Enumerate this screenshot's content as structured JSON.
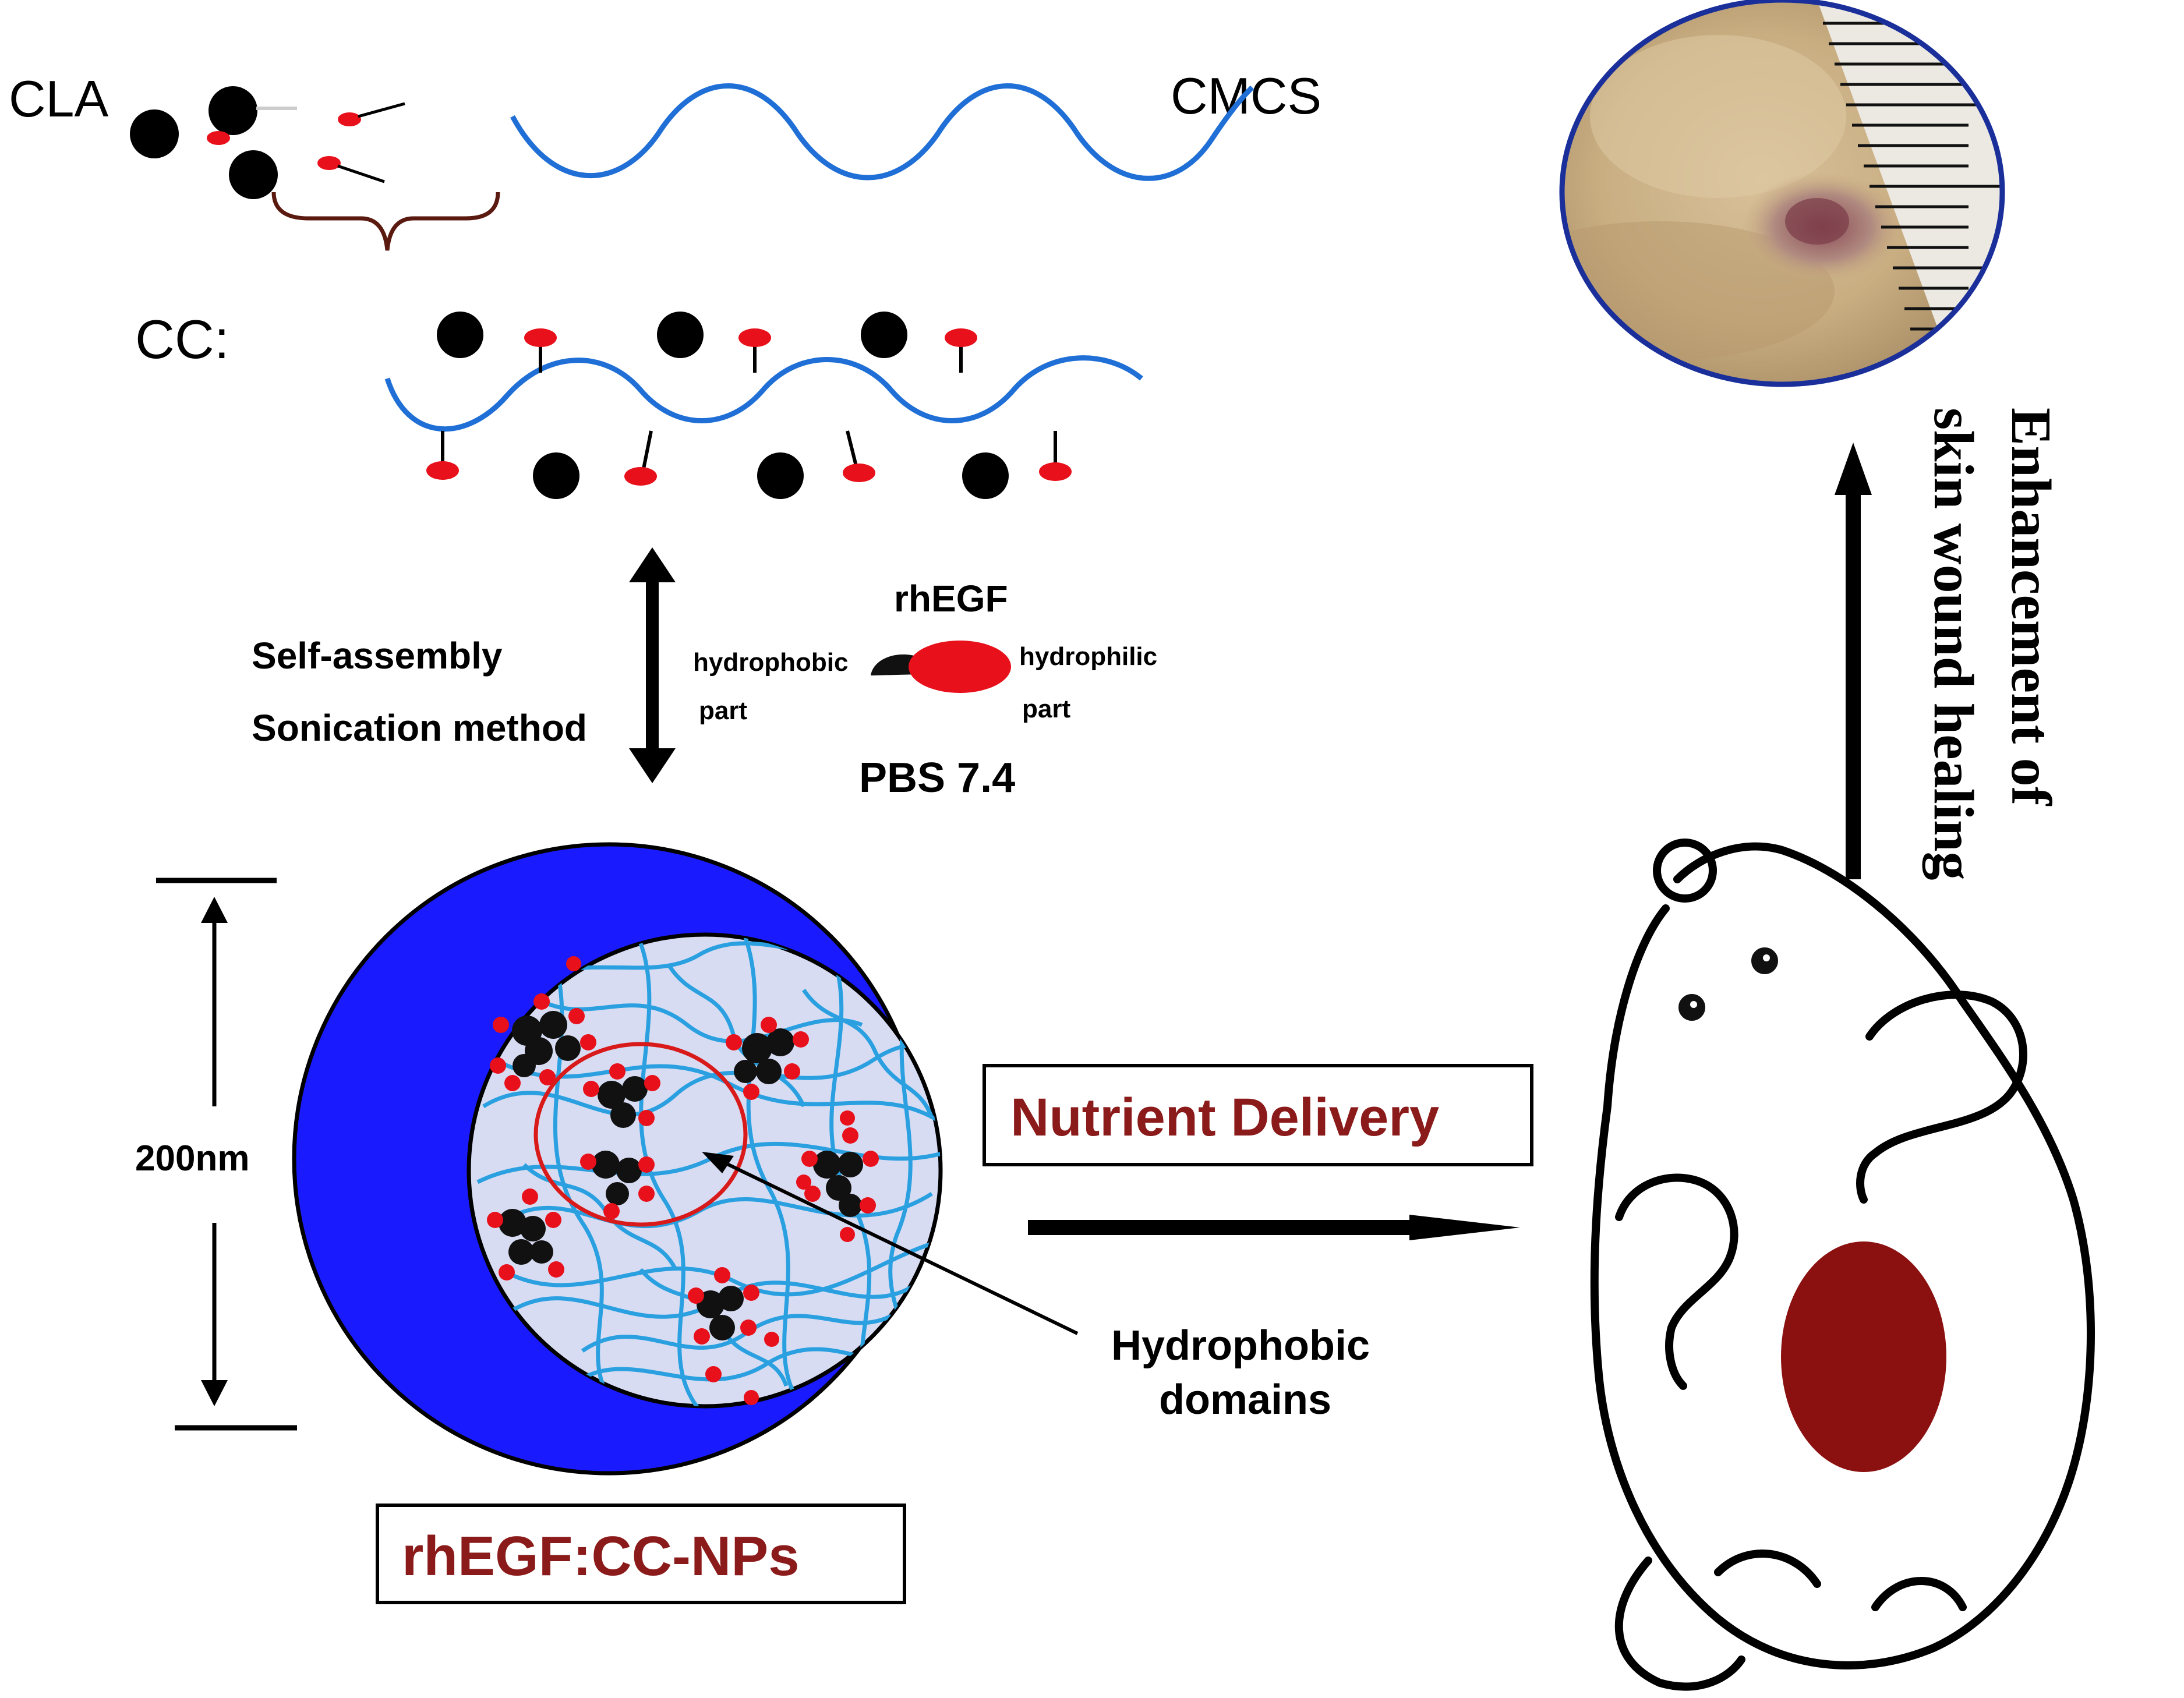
{
  "labels": {
    "cla": "CLA",
    "cmcs": "CMCS",
    "cc": "CC:",
    "rhegf": "rhEGF",
    "hydrophobic_part_1": "hydrophobic",
    "hydrophobic_part_2": "part",
    "hydrophilic_part_1": "hydrophilic",
    "hydrophilic_part_2": "part",
    "pbs": "PBS 7.4",
    "self_assembly": "Self-assembly",
    "sonication": "Sonication method",
    "size": "200nm",
    "hydrophobic_domains_1": "Hydrophobic",
    "hydrophobic_domains_2": "domains",
    "nutrient_delivery": "Nutrient Delivery",
    "nanoparticle": "rhEGF:CC-NPs",
    "outcome_1": "Enhancement of",
    "outcome_2": "skin wound healing"
  },
  "colors": {
    "chain_blue": "#1f6fd6",
    "dark_blue": "#1a1aff",
    "light_blue_fill": "#d8dcf2",
    "fiber_blue": "#2aa0e0",
    "red_head": "#e8101a",
    "wound_red": "#8b1010",
    "label_dark_red": "#8b1a1a"
  }
}
